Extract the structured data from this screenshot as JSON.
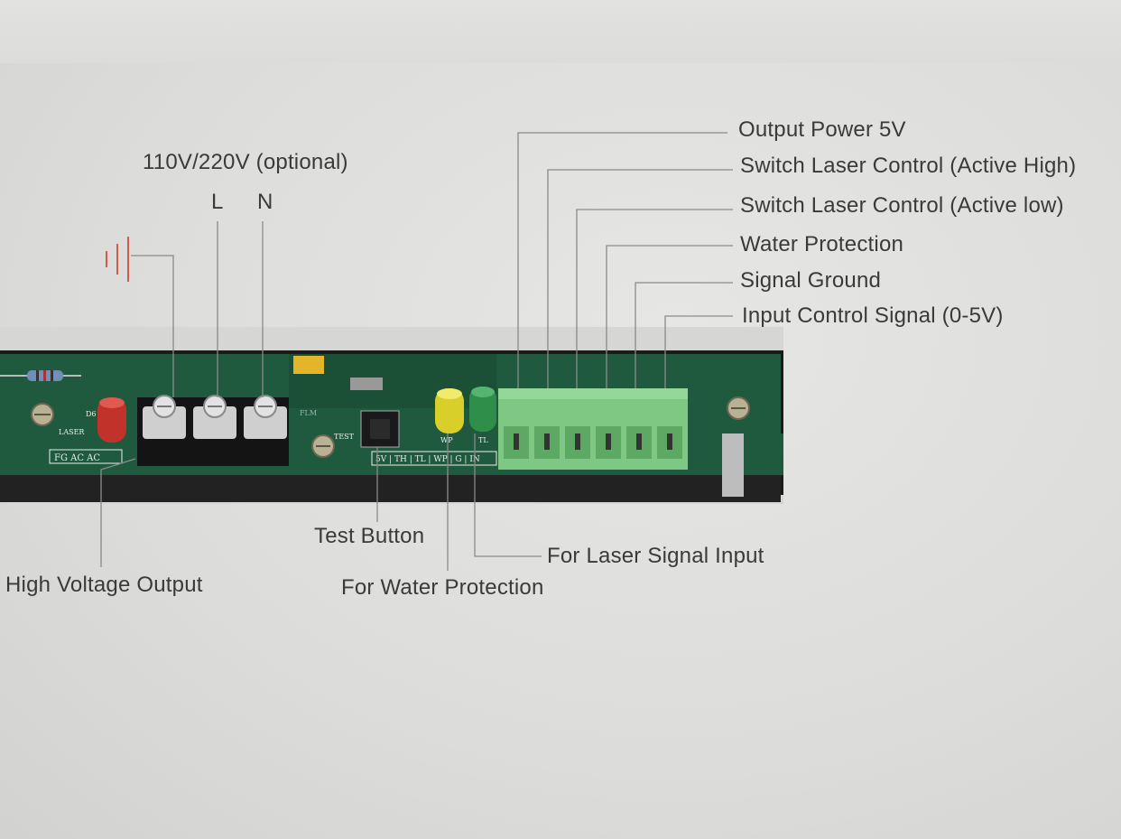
{
  "labels": {
    "supply_voltage": "110V/220V (optional)",
    "line": "L",
    "neutral": "N",
    "output_power": "Output Power 5V",
    "switch_high": "Switch Laser Control (Active High)",
    "switch_low": "Switch Laser Control (Active low)",
    "water_protection": "Water Protection",
    "signal_ground": "Signal Ground",
    "input_control": "Input Control Signal (0-5V)",
    "test_button": "Test Button",
    "high_voltage_output": "High Voltage Output",
    "for_water_protection": "For Water Protection",
    "for_laser_signal": "For Laser Signal Input"
  },
  "board_silkscreen": {
    "terminal_labels": "FG  AC  AC",
    "connector_labels": "5V | TH | TL | WP | G | IN",
    "laser": "LASER",
    "d6": "D6",
    "wp": "WP",
    "tl": "TL",
    "test": "TEST"
  },
  "colors": {
    "pcb": "#1f5a3e",
    "pcb_dark": "#143b29",
    "connector": "#7fc884",
    "led_red": "#c0322a",
    "led_yellow": "#d8cf2a",
    "led_green": "#2f8f4a",
    "ground_symbol": "#d45a4a",
    "lead_line": "#8a8a8a"
  }
}
